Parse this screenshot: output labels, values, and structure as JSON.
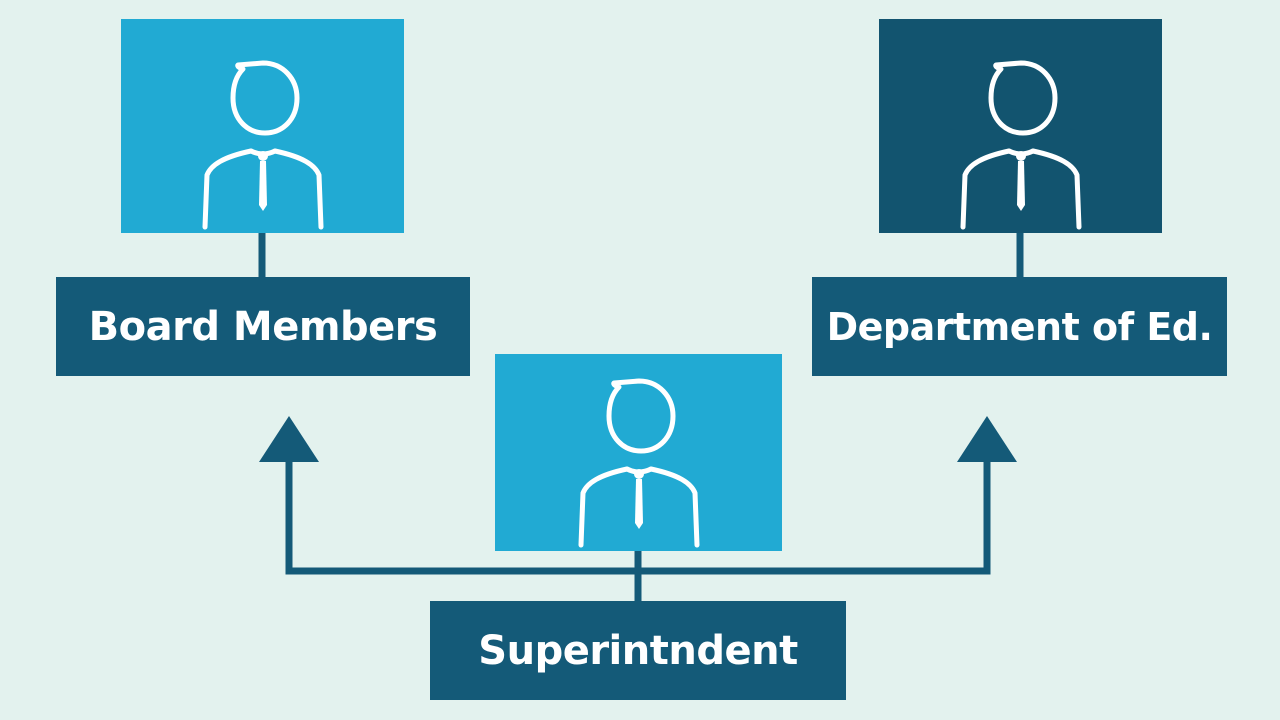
{
  "colors": {
    "background": "#e3f2ee",
    "light_box": "#21aad3",
    "dark_box": "#12546f",
    "label_box": "#145a78",
    "connector": "#145a78",
    "icon_stroke": "#ffffff"
  },
  "nodes": [
    {
      "id": "board",
      "label": "Board Members",
      "icon": "person-icon",
      "box_color": "#21aad3"
    },
    {
      "id": "dept",
      "label": "Department of Ed.",
      "icon": "person-icon",
      "box_color": "#12546f"
    },
    {
      "id": "sup",
      "label": "Superintndent",
      "icon": "person-icon",
      "box_color": "#21aad3"
    }
  ],
  "edges": [
    {
      "from": "sup",
      "to": "board",
      "arrow": "up"
    },
    {
      "from": "sup",
      "to": "dept",
      "arrow": "up"
    }
  ]
}
